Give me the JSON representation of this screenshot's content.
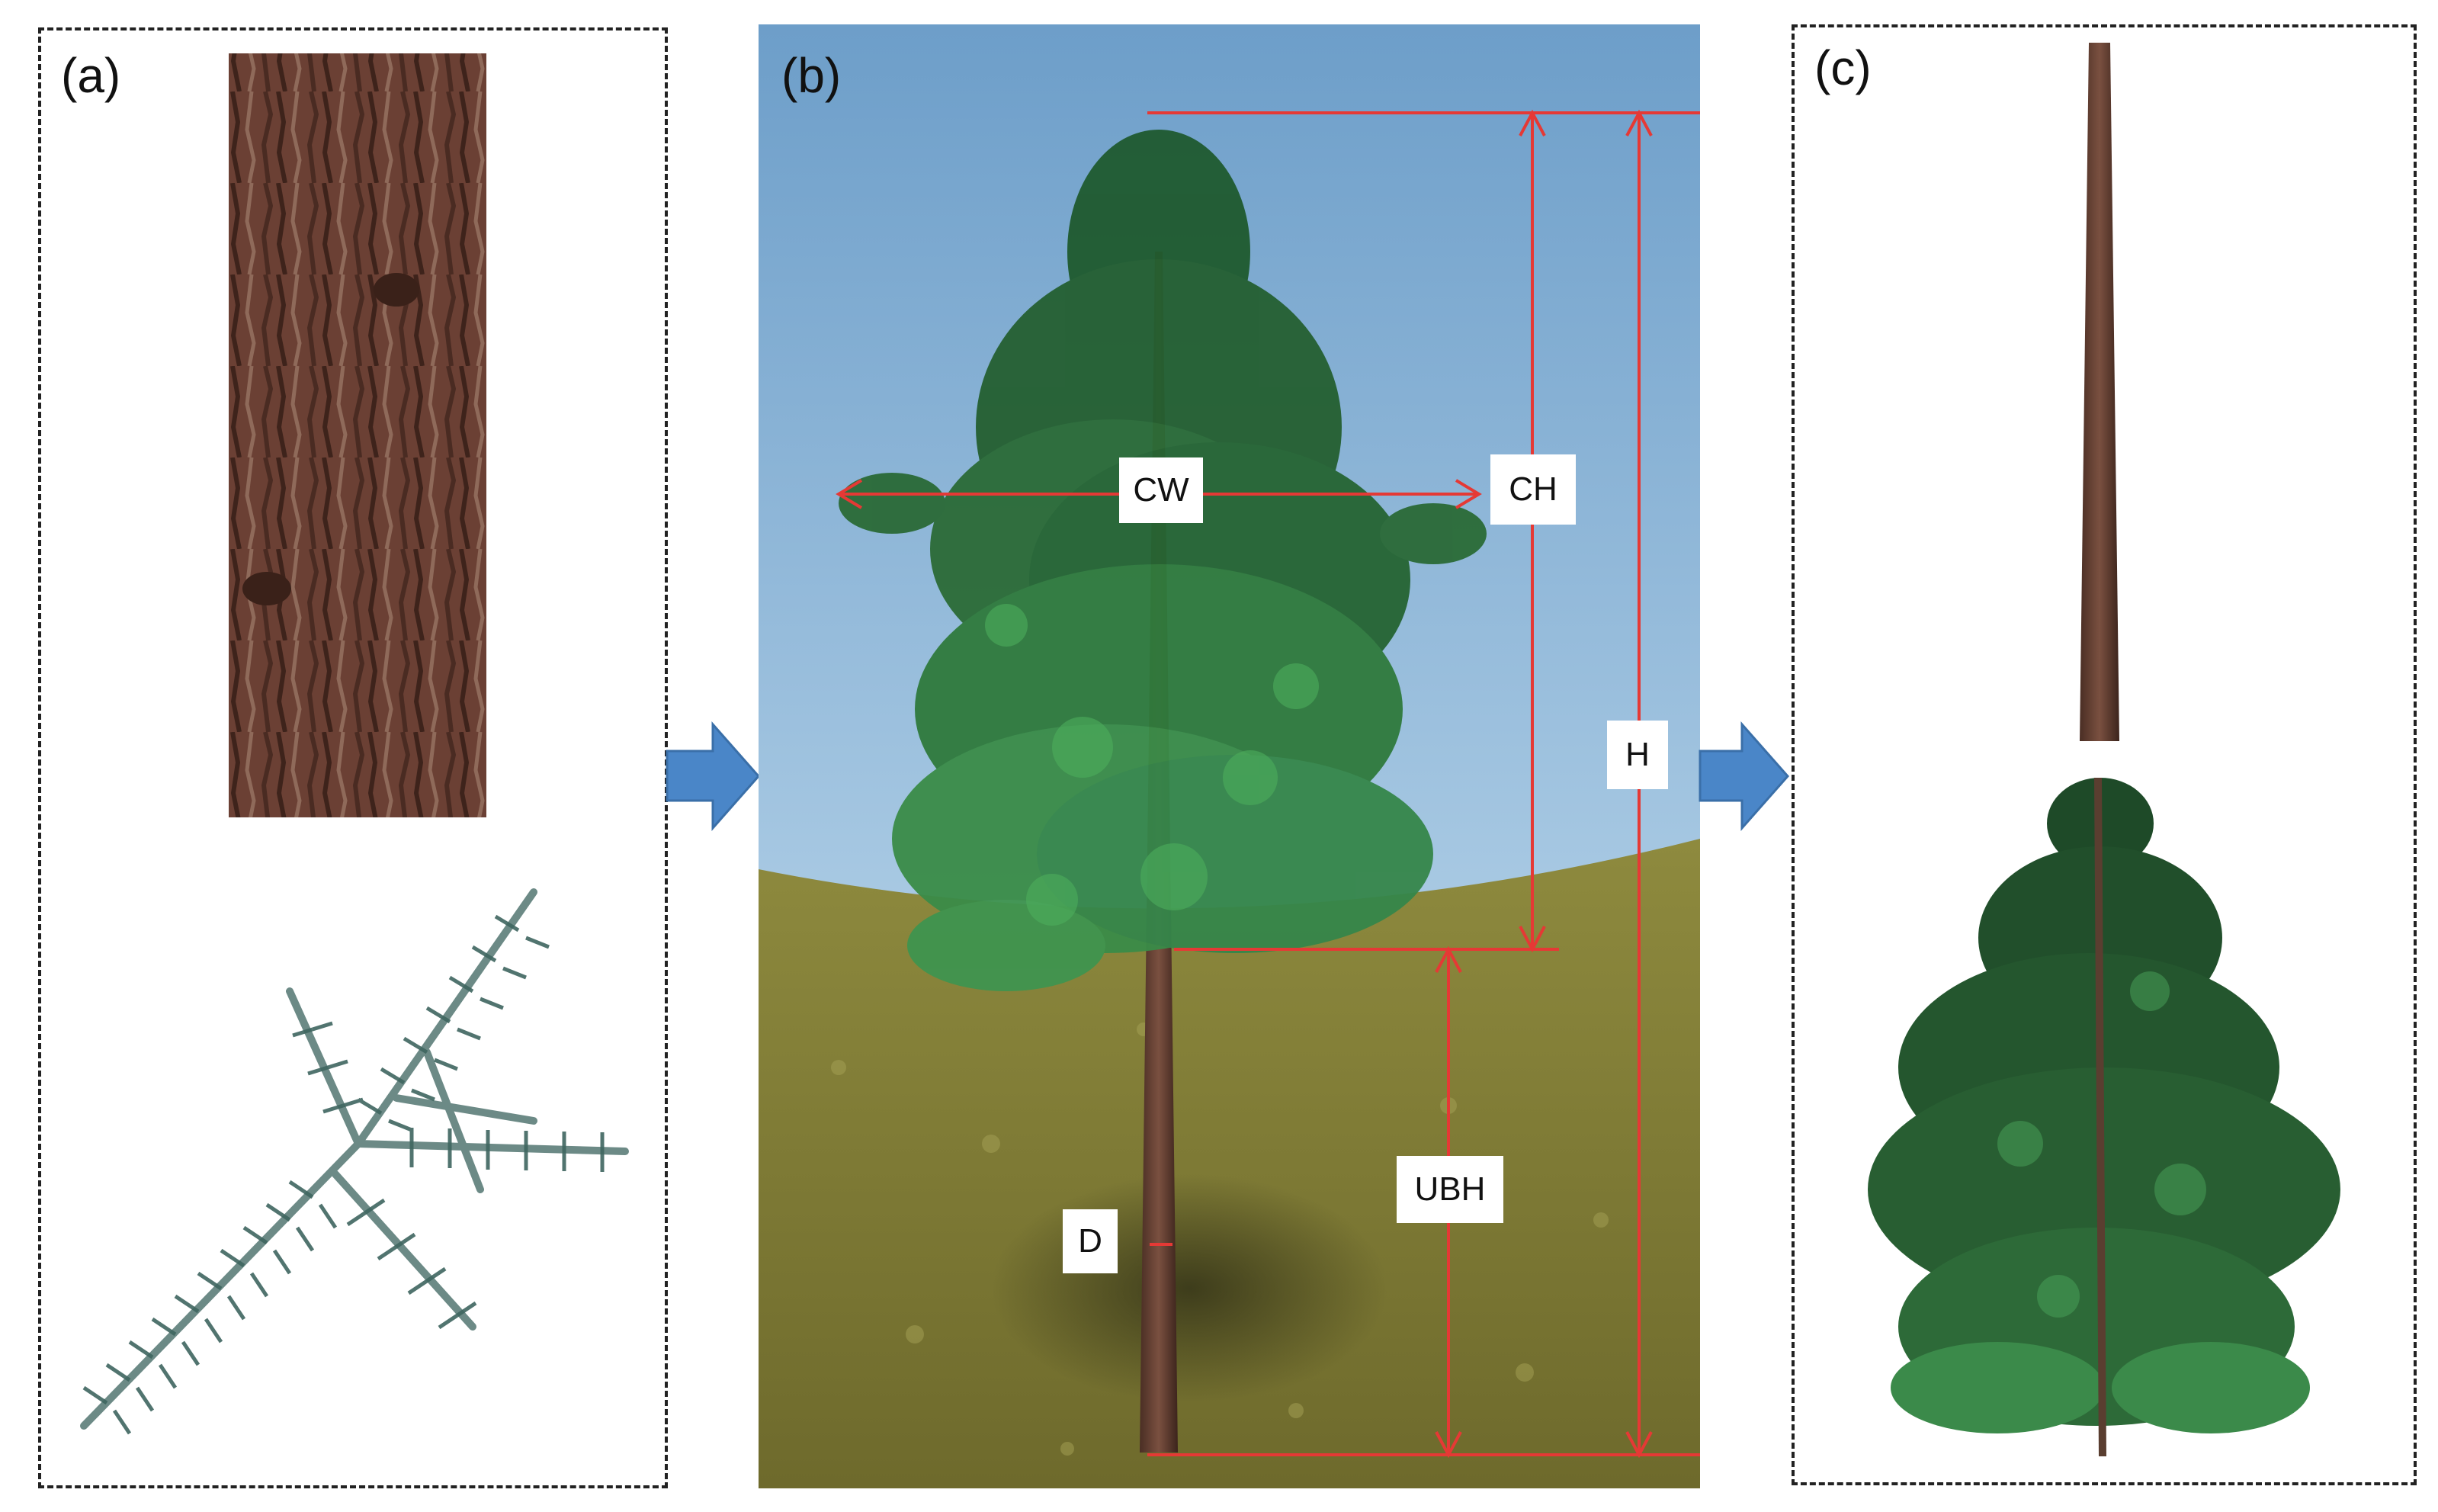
{
  "panels": {
    "a": {
      "label": "(a)"
    },
    "b": {
      "label": "(b)"
    },
    "c": {
      "label": "(c)"
    }
  },
  "measurements": {
    "cw": "CW",
    "ch": "CH",
    "h": "H",
    "ubh": "UBH",
    "d": "D"
  },
  "colors": {
    "measure_line": "#e53935",
    "arrow": "#4a86c8",
    "dashed_border": "#222222"
  },
  "icons": {
    "flow_arrow": "right-block-arrow-icon"
  }
}
